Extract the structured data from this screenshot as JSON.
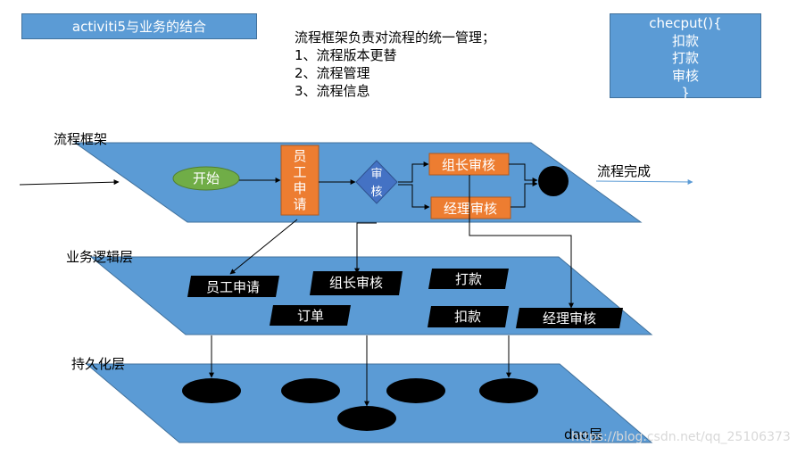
{
  "title": "activiti5与业务的结合",
  "description": {
    "line1": "流程框架负责对流程的统一管理；",
    "line2": "1、流程版本更替",
    "line3": "2、流程管理",
    "line4": "3、流程信息"
  },
  "code_box": {
    "line1": "checput(){",
    "line2": "扣款",
    "line3": "打款",
    "line4": "审核",
    "line5": "}"
  },
  "layers": {
    "workflow": "流程框架",
    "business": "业务逻辑层",
    "persistence": "持久化层",
    "dao": "dao层"
  },
  "workflow_nodes": {
    "start": "开始",
    "apply": [
      "员",
      "工",
      "申",
      "请"
    ],
    "review": [
      "审",
      "核"
    ],
    "leader_review": "组长审核",
    "manager_review": "经理审核",
    "end_label": "流程完成"
  },
  "business_nodes": {
    "employee_apply": "员工申请",
    "leader_review": "组长审核",
    "payout": "打款",
    "order": "订单",
    "deduct": "扣款",
    "manager_review": "经理审核"
  },
  "watermark": "https://blog.csdn.net/qq_25106373",
  "colors": {
    "layer_fill": "#5b9bd5",
    "node_orange": "#ed7d31",
    "start_green": "#70ad47",
    "black": "#000000"
  }
}
